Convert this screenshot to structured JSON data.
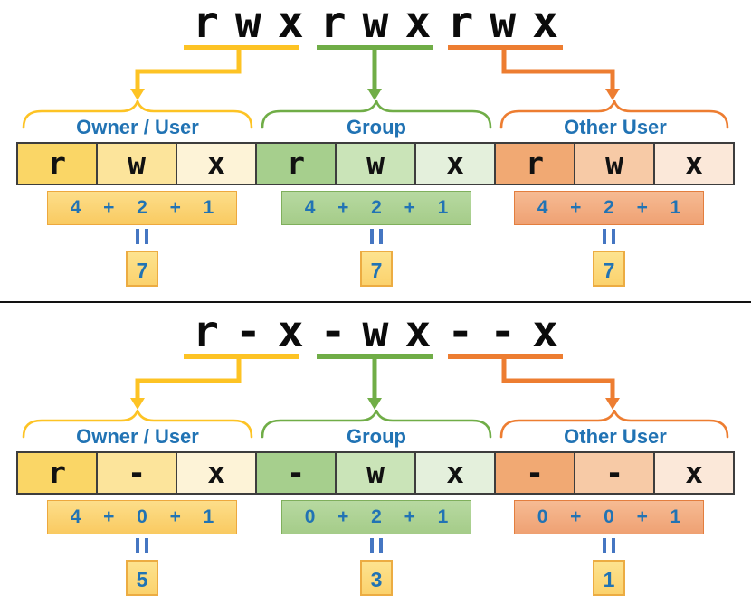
{
  "colors": {
    "gold": "#FDC324",
    "green": "#70AD47",
    "orange": "#ED7D31",
    "blue": "#2173B4",
    "eqblue": "#4576C2"
  },
  "halves": {
    "top": {
      "permission_string": "rwxrwxrwx",
      "sections": [
        {
          "label": "Owner / User",
          "cells": [
            "r",
            "w",
            "x"
          ],
          "sum": [
            "4",
            "+",
            "2",
            "+",
            "1"
          ],
          "result": "7"
        },
        {
          "label": "Group",
          "cells": [
            "r",
            "w",
            "x"
          ],
          "sum": [
            "4",
            "+",
            "2",
            "+",
            "1"
          ],
          "result": "7"
        },
        {
          "label": "Other User",
          "cells": [
            "r",
            "w",
            "x"
          ],
          "sum": [
            "4",
            "+",
            "2",
            "+",
            "1"
          ],
          "result": "7"
        }
      ]
    },
    "bottom": {
      "permission_string": "r-x-wx--x",
      "sections": [
        {
          "label": "Owner / User",
          "cells": [
            "r",
            "-",
            "x"
          ],
          "sum": [
            "4",
            "+",
            "0",
            "+",
            "1"
          ],
          "result": "5"
        },
        {
          "label": "Group",
          "cells": [
            "-",
            "w",
            "x"
          ],
          "sum": [
            "0",
            "+",
            "2",
            "+",
            "1"
          ],
          "result": "3"
        },
        {
          "label": "Other User",
          "cells": [
            "-",
            "-",
            "x"
          ],
          "sum": [
            "0",
            "+",
            "0",
            "+",
            "1"
          ],
          "result": "1"
        }
      ]
    }
  }
}
